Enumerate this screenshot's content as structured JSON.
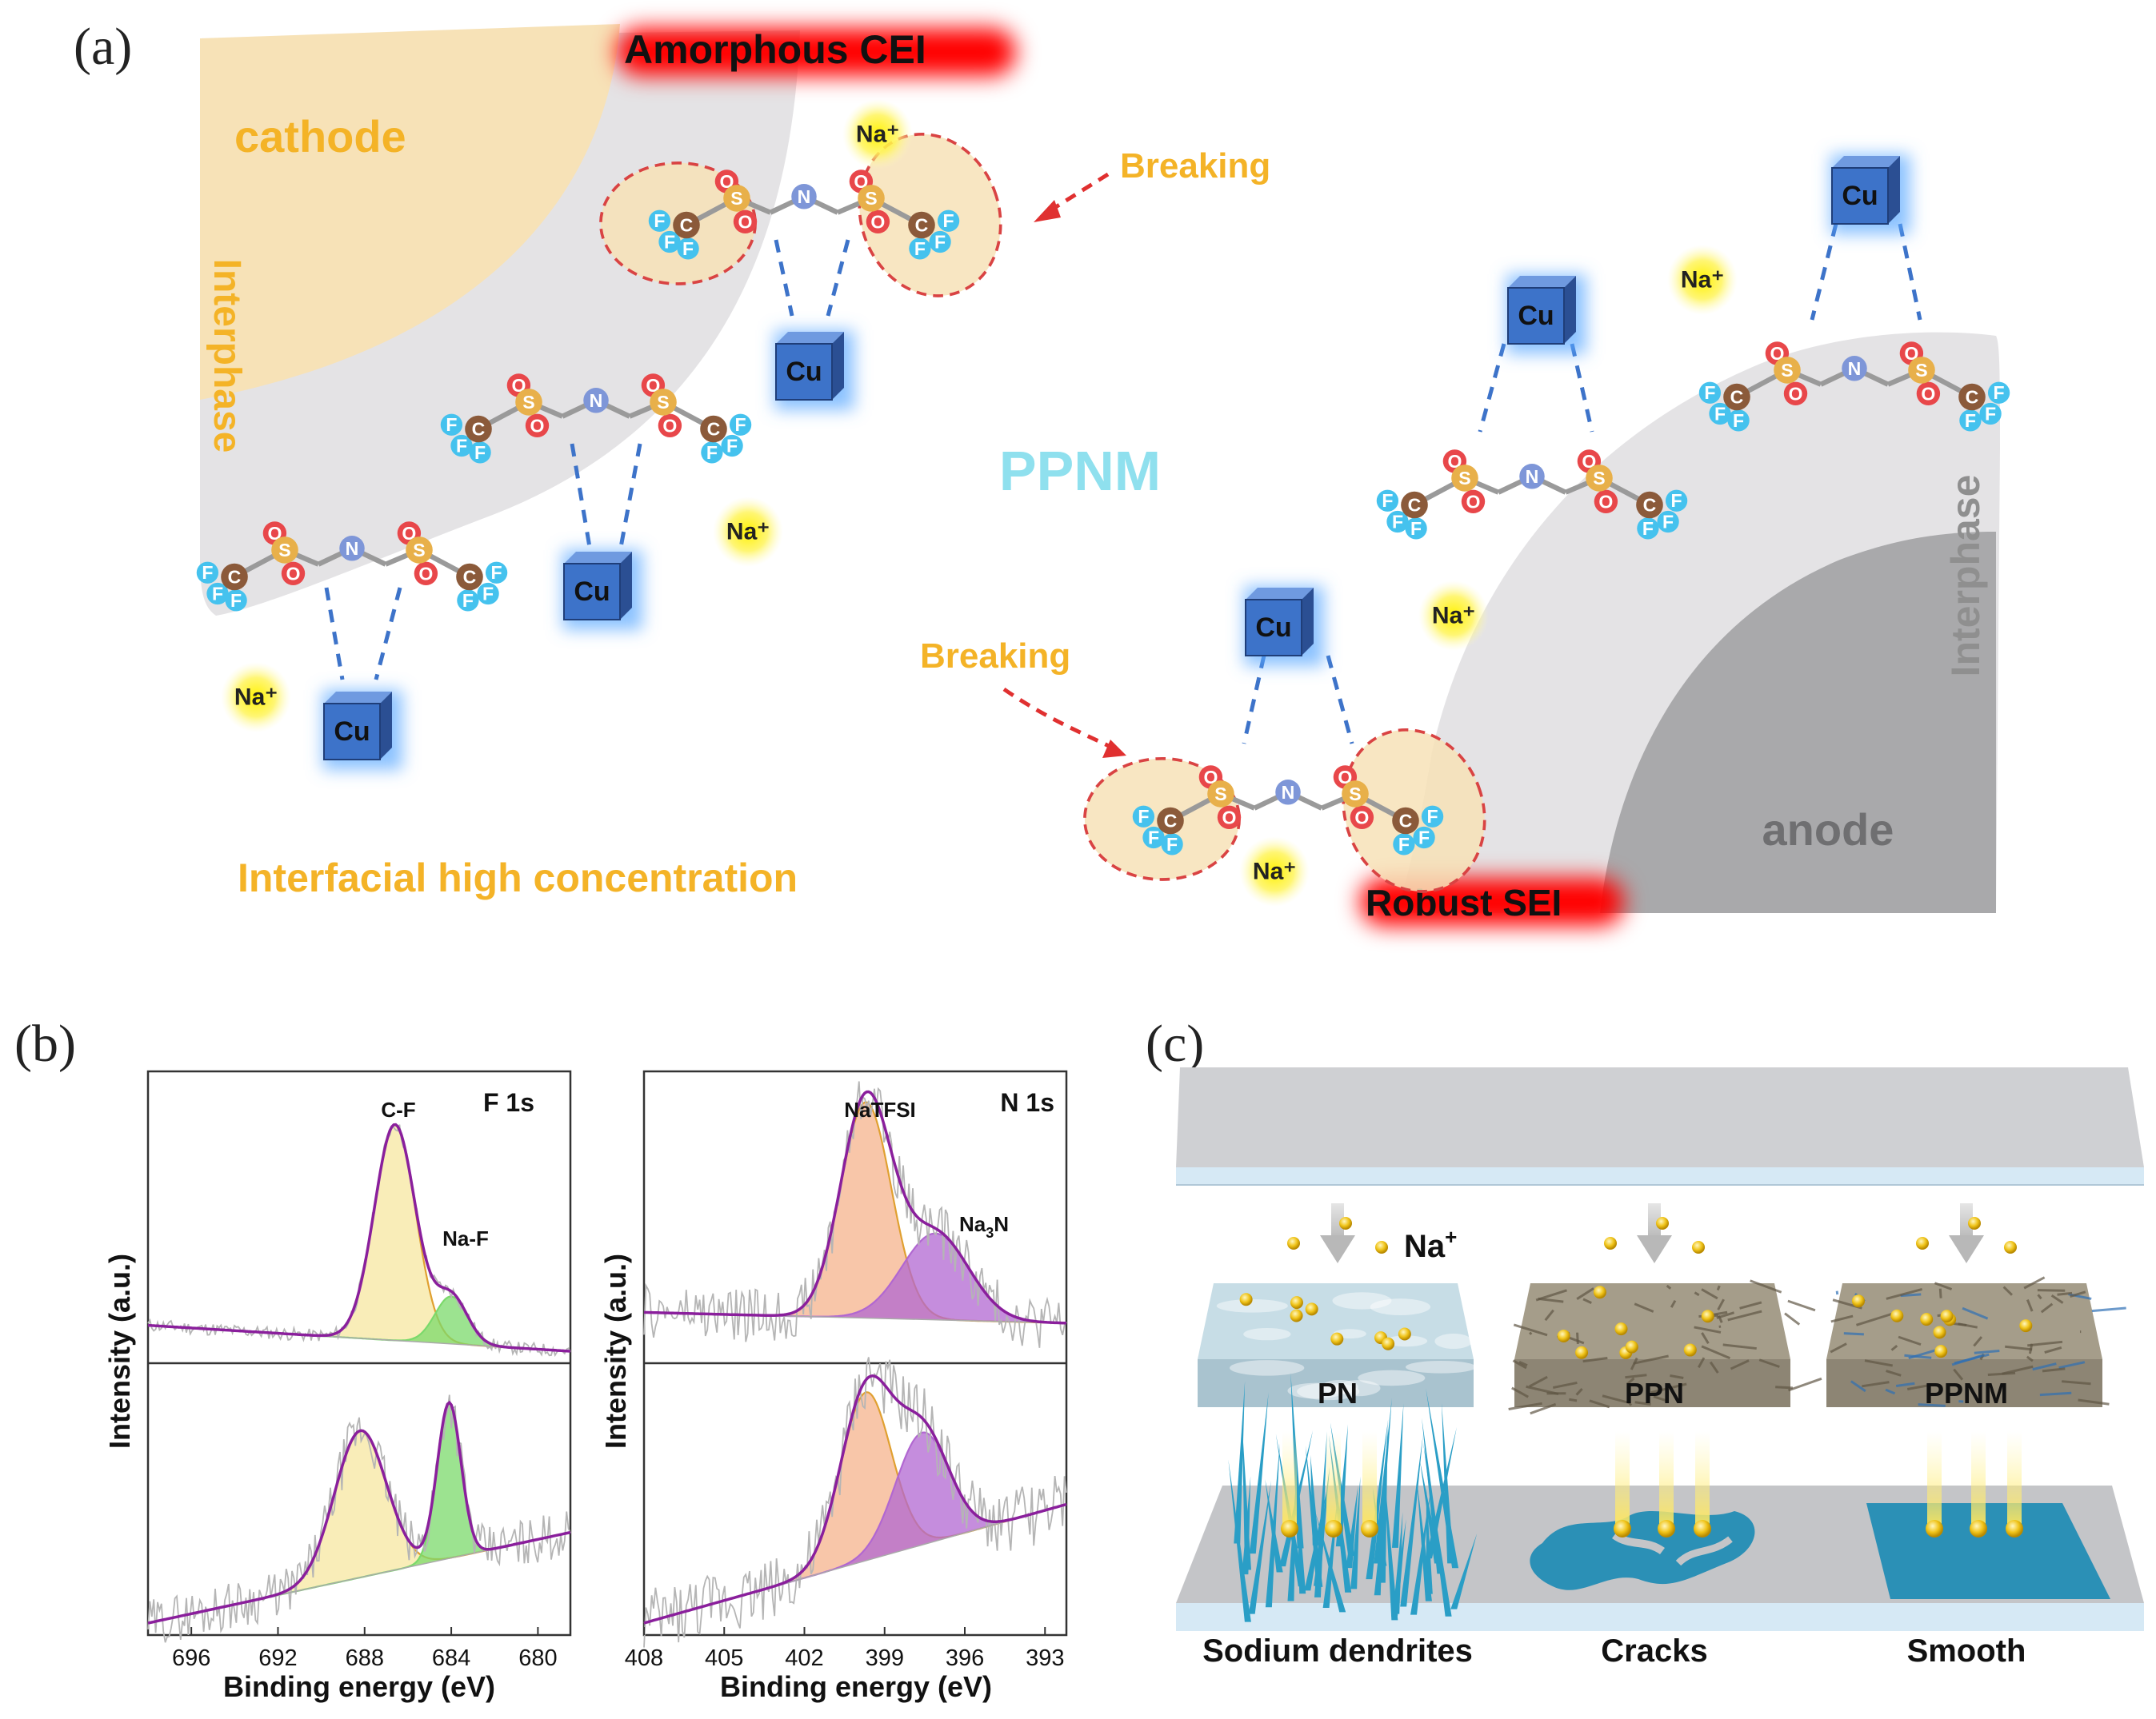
{
  "panel_labels": {
    "a": "(a)",
    "b": "(b)",
    "c": "(c)"
  },
  "panel_a": {
    "amorphous_cei": "Amorphous CEI",
    "cathode": "cathode",
    "interphase_left": "Interphase",
    "breaking_top": "Breaking",
    "ppnm": "PPNM",
    "interphase_right": "Interphase",
    "breaking_bottom": "Breaking",
    "anode": "anode",
    "interfacial": "Interfacial high concentration",
    "robust_sei": "Robust SEI",
    "cu_label": "Cu",
    "na_label": "Na⁺",
    "atom_labels": {
      "F": "F",
      "C": "C",
      "O": "O",
      "S": "S",
      "N": "N"
    },
    "colors": {
      "cathode": "#f7e2b7",
      "interphase": "#e4e3e5",
      "anode": "#a9a9ab",
      "cu": "#3d73c9",
      "na": "#fff200",
      "orange_text": "#f4b327",
      "ppnm_text": "#8fe0ee",
      "red_glow": "#ff0000"
    }
  },
  "panel_b": {
    "ylabel": "Intensity (a.u.)",
    "xlabel": "Binding energy (eV)",
    "f1s": {
      "title": "F 1s",
      "peak_cf": "C-F",
      "peak_naf": "Na-F",
      "x_ticks": [
        696,
        692,
        688,
        684,
        680
      ],
      "xlim": [
        698,
        678.5
      ],
      "top": {
        "peaks": [
          {
            "name": "C-F",
            "center": 686.6,
            "height": 1.0,
            "width": 0.95
          },
          {
            "name": "Na-F",
            "center": 684.0,
            "height": 0.22,
            "width": 0.75
          }
        ]
      },
      "bottom": {
        "peaks": [
          {
            "name": "C-F",
            "center": 688.2,
            "height": 0.68,
            "width": 1.2
          },
          {
            "name": "Na-F",
            "center": 684.1,
            "height": 0.72,
            "width": 0.55
          }
        ]
      }
    },
    "n1s": {
      "title": "N 1s",
      "peak_natfsi": "NaTFSI",
      "peak_na3n": "Na",
      "peak_na3n_sub": "3",
      "peak_na3n_tail": "N",
      "x_ticks": [
        408,
        405,
        402,
        399,
        396,
        393
      ],
      "xlim": [
        408,
        392.2
      ],
      "top": {
        "peaks": [
          {
            "name": "NaTFSI",
            "center": 399.7,
            "height": 1.0,
            "width": 0.95
          },
          {
            "name": "Na3N",
            "center": 397.1,
            "height": 0.4,
            "width": 1.25
          }
        ]
      },
      "bottom": {
        "peaks": [
          {
            "name": "NaTFSI",
            "center": 399.7,
            "height": 0.78,
            "width": 0.95
          },
          {
            "name": "Na3N",
            "center": 397.6,
            "height": 0.52,
            "width": 1.0
          }
        ]
      }
    },
    "colors": {
      "envelope": "#8a1f9c",
      "cf_fill": "#f7e7a0",
      "naf_fill": "#7bd96b",
      "natfsi_fill": "#f6b38c",
      "na3n_fill": "#b167d1",
      "raw": "#b5b5b5"
    }
  },
  "panel_c": {
    "na_label": "Na",
    "na_sup": "+",
    "samples": [
      {
        "label": "PN",
        "result": "Sodium dendrites"
      },
      {
        "label": "PPN",
        "result": "Cracks"
      },
      {
        "label": "PPNM",
        "result": "Smooth"
      }
    ],
    "colors": {
      "plate": "#cfd0d3",
      "edge": "#cfe4f3",
      "dendrite": "#2a9ec6",
      "ion": "#f0c419"
    }
  }
}
